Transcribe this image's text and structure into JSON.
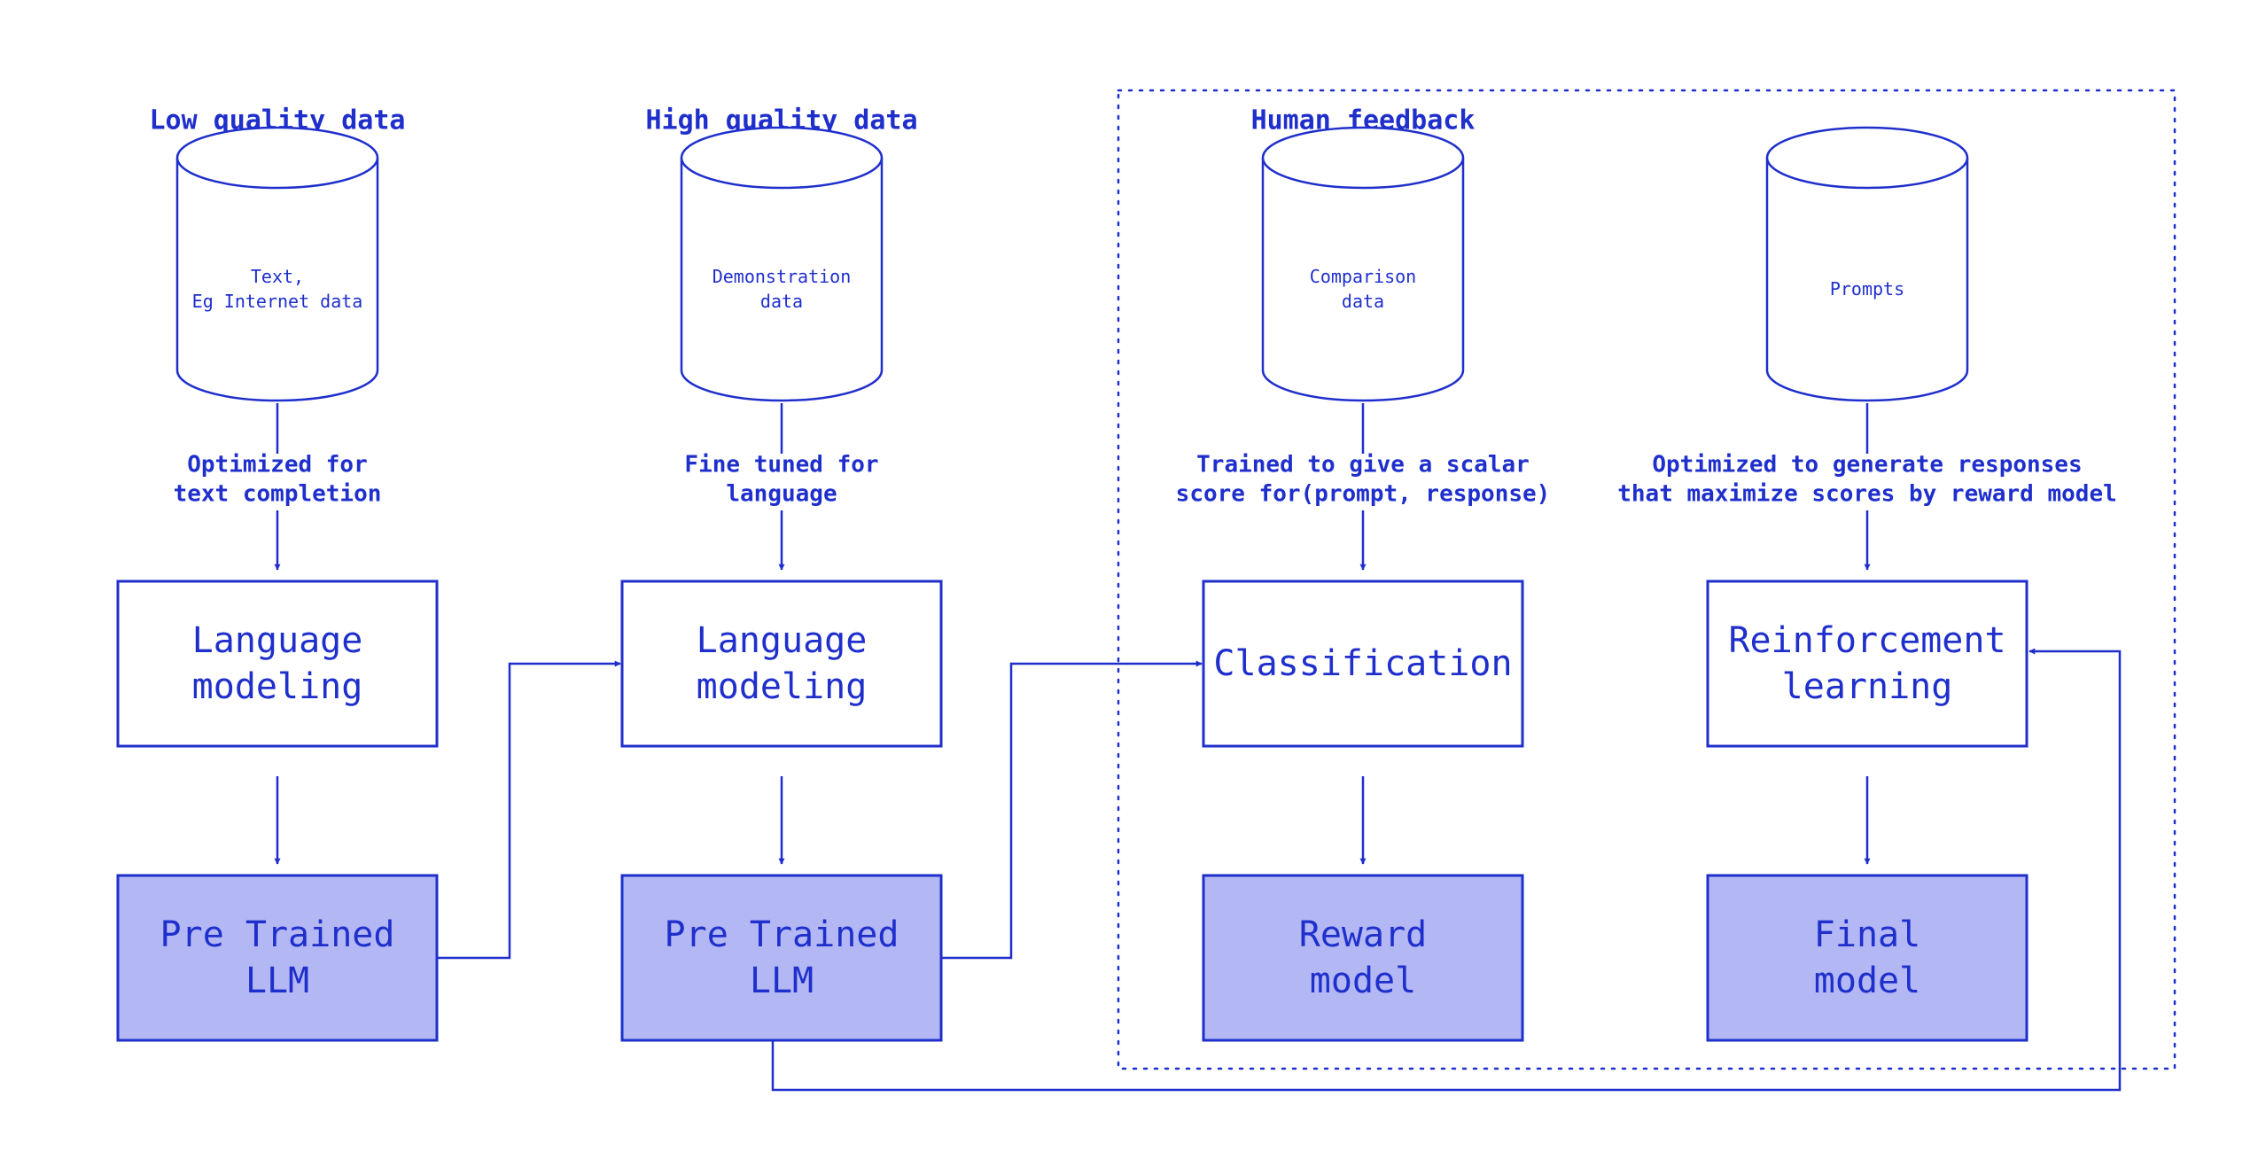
{
  "colors": {
    "stroke": "#1f2fcc",
    "text": "#1f2fcc",
    "model_fill": "#b3b8f4",
    "background": "#ffffff"
  },
  "region": {
    "label": "Human feedback"
  },
  "columns": [
    {
      "id": "col1",
      "title": "Low quality data",
      "dataset_lines": [
        "Text,",
        "Eg Internet data"
      ],
      "edge_label_lines": [
        "Optimized for",
        "text completion"
      ],
      "process_lines": [
        "Language",
        "modeling"
      ],
      "output_lines": [
        "Pre Trained",
        "LLM"
      ]
    },
    {
      "id": "col2",
      "title": "High quality data",
      "dataset_lines": [
        "Demonstration",
        "data"
      ],
      "edge_label_lines": [
        "Fine tuned for",
        "language"
      ],
      "process_lines": [
        "Language",
        "modeling"
      ],
      "output_lines": [
        "Pre Trained",
        "LLM"
      ]
    },
    {
      "id": "col3",
      "title": "",
      "dataset_lines": [
        "Comparison",
        "data"
      ],
      "edge_label_lines": [
        "Trained to give a scalar",
        "score for(prompt, response)"
      ],
      "process_lines": [
        "Classification"
      ],
      "output_lines": [
        "Reward",
        "model"
      ]
    },
    {
      "id": "col4",
      "title": "",
      "dataset_lines": [
        "Prompts"
      ],
      "edge_label_lines": [
        "Optimized to generate responses",
        "that maximize scores by reward model"
      ],
      "process_lines": [
        "Reinforcement",
        "learning"
      ],
      "output_lines": [
        "Final",
        "model"
      ]
    }
  ]
}
